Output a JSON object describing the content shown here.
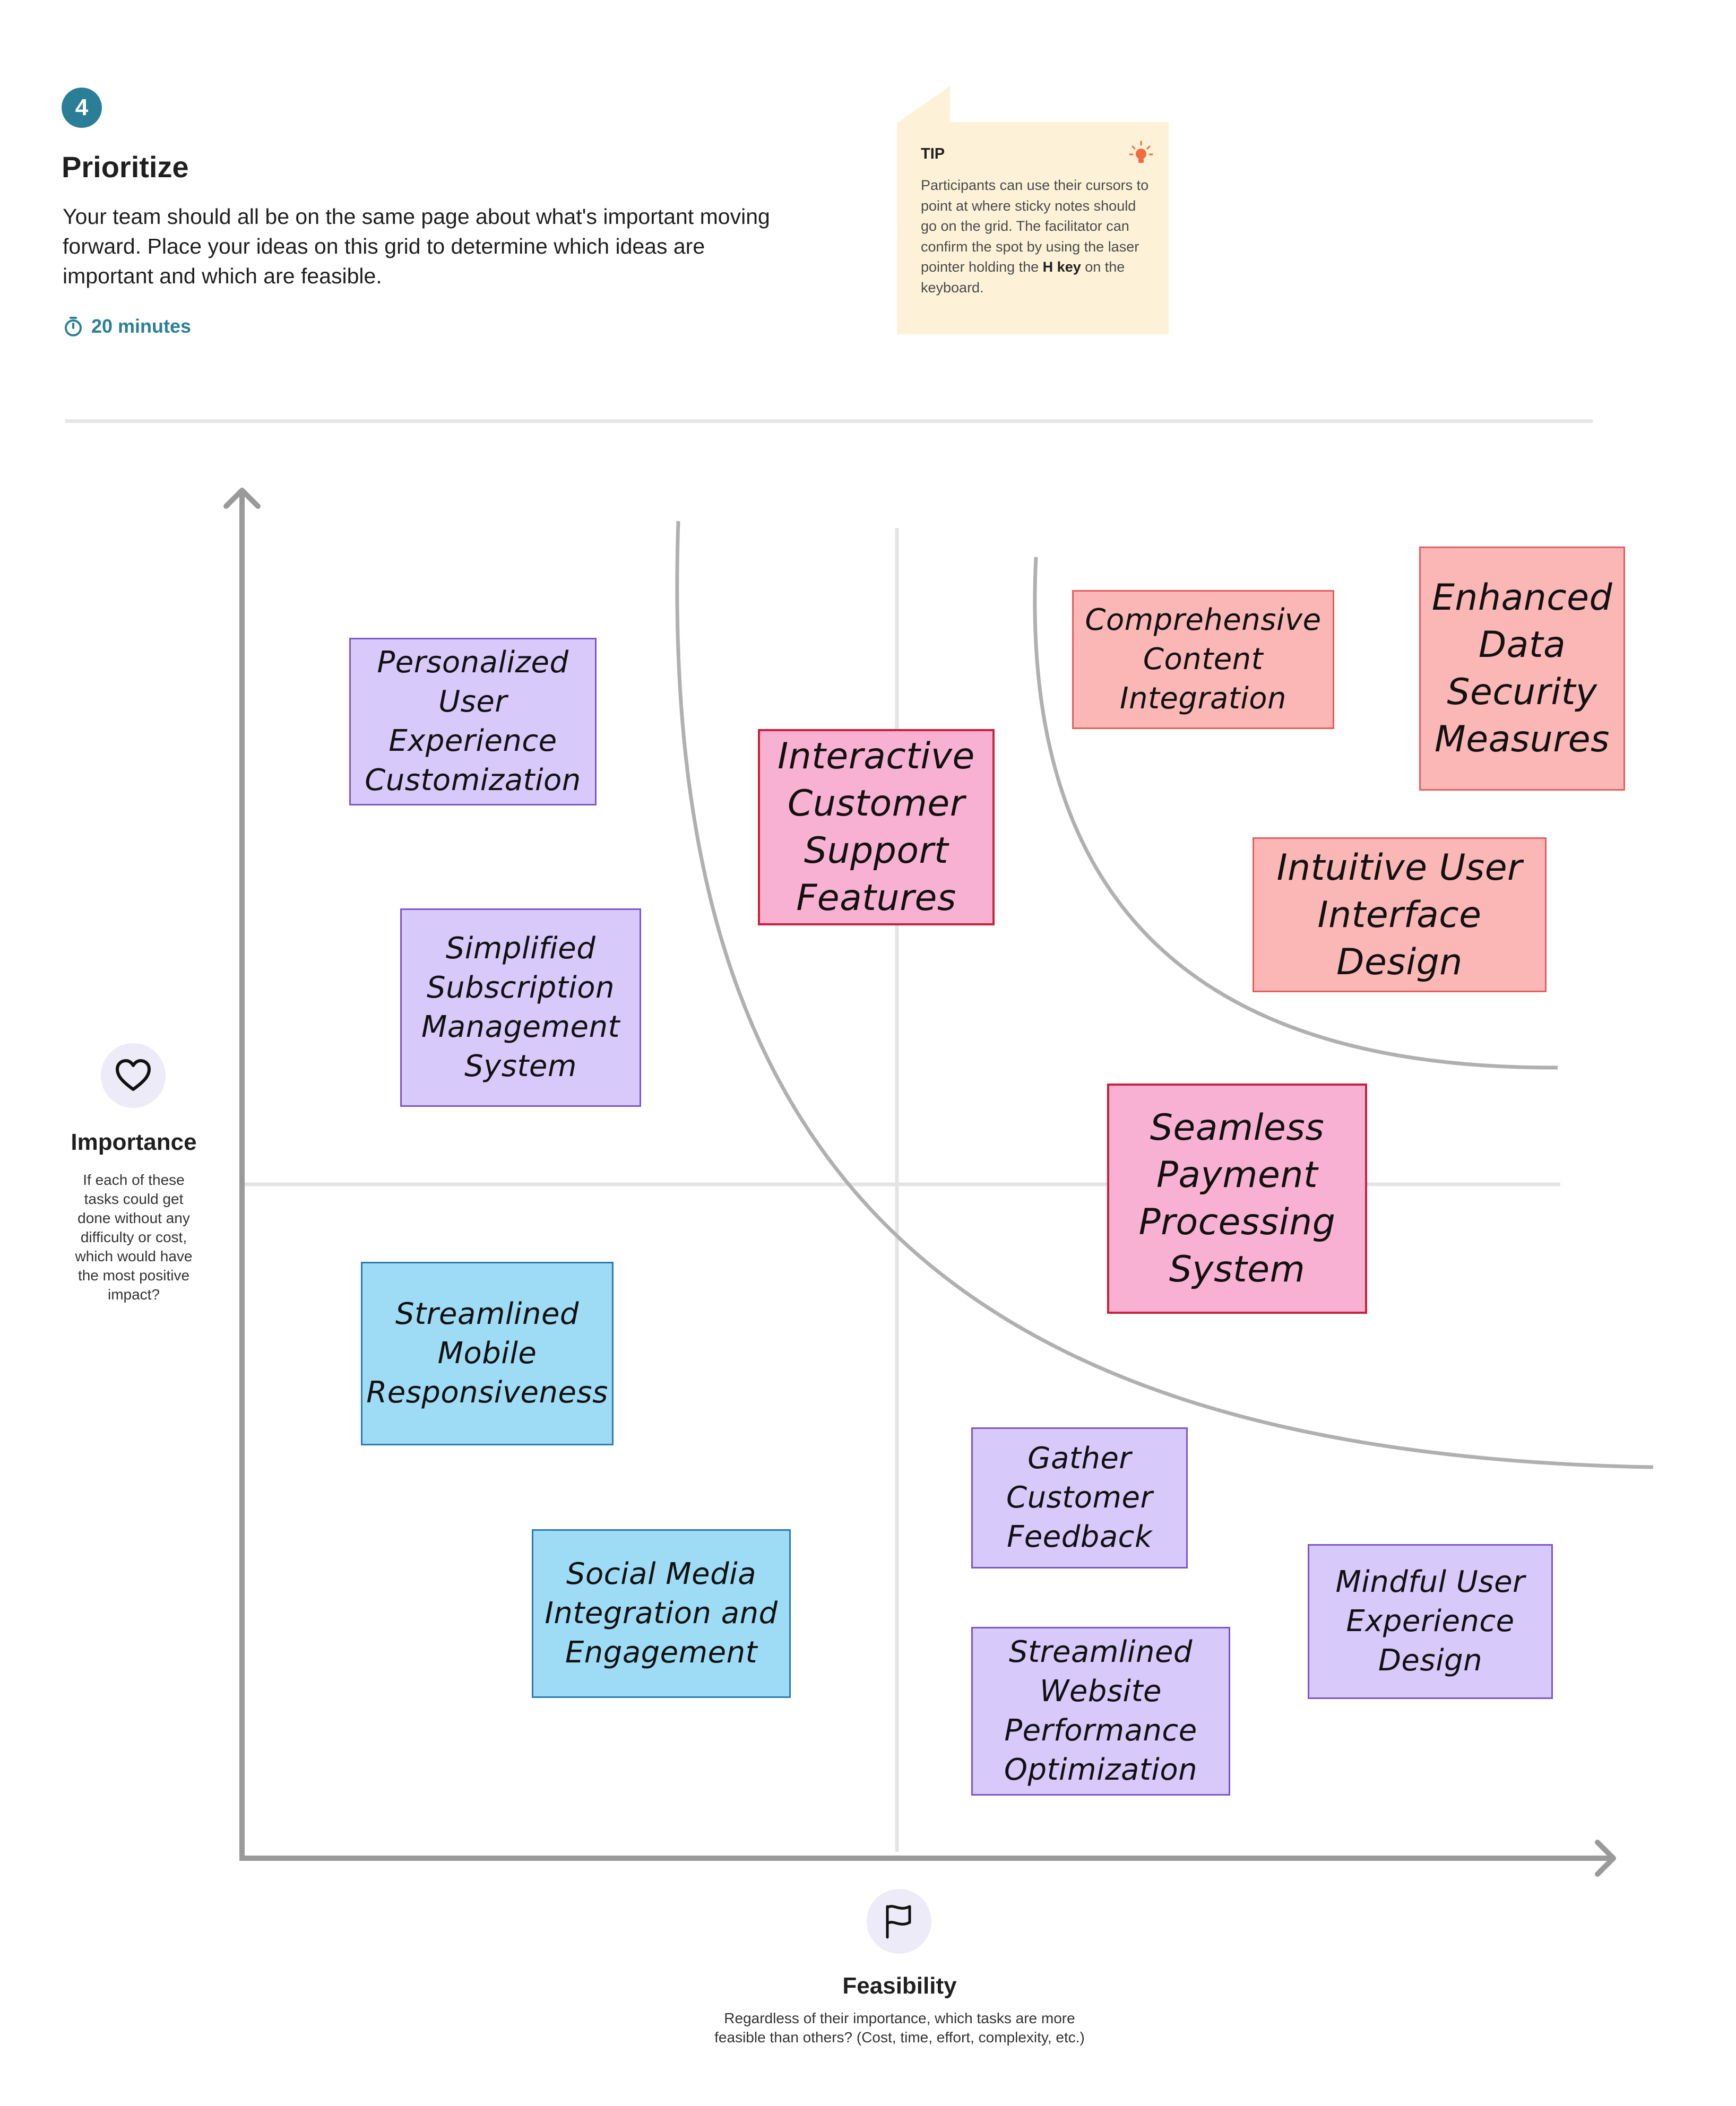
{
  "header": {
    "step_number": "4",
    "title": "Prioritize",
    "description": "Your team should all be on the same page about what's important moving forward. Place your ideas on this grid to determine which ideas are important and which are feasible.",
    "duration": "20 minutes"
  },
  "tip": {
    "label": "TIP",
    "text_before": "Participants can use their cursors to point at where sticky notes should go on the grid. The facilitator can confirm the spot by using the laser pointer holding the ",
    "text_bold": "H key",
    "text_after": " on the keyboard."
  },
  "axes": {
    "y": {
      "title": "Importance",
      "description": "If each of these tasks could get done without any difficulty or cost, which would have the most positive impact?",
      "icon": "heart-icon"
    },
    "x": {
      "title": "Feasibility",
      "description": "Regardless of their importance, which tasks are more feasible than others? (Cost, time, effort, complexity, etc.)",
      "icon": "flag-icon"
    }
  },
  "colors": {
    "accent": "#2a7f96",
    "purple_note": "#d8c9fb",
    "blue_note": "#9edcf5",
    "pink_note": "#f9b1d3",
    "salmon_note": "#fbb6b6",
    "tip_bg": "#fdf2d8"
  },
  "notes": {
    "n1": "Personalized User Experience Customization",
    "n2": "Simplified Subscription Management System",
    "n3": "Interactive Customer Support Features",
    "n4": "Comprehensive Content Integration",
    "n5": "Enhanced Data Security Measures",
    "n6": "Intuitive User Interface Design",
    "n7": "Seamless Payment Processing System",
    "n8": "Streamlined Mobile Responsiveness",
    "n9": "Social Media Integration and Engagement",
    "n10": "Gather Customer Feedback",
    "n11": "Streamlined Website Performance Optimization",
    "n12": "Mindful User Experience Design"
  }
}
